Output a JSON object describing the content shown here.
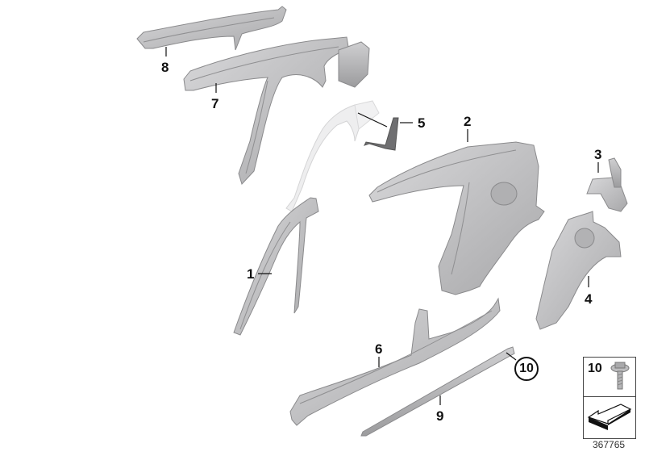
{
  "diagram": {
    "type": "exploded-parts-diagram",
    "subject": "Car body side frame parts",
    "reference_number": "367765",
    "parts": [
      {
        "id": "1",
        "label": "1",
        "description": "A-pillar / front side frame section"
      },
      {
        "id": "2",
        "label": "2",
        "description": "Rear side frame / C-pillar with wheel arch"
      },
      {
        "id": "3",
        "label": "3",
        "description": "Small bracket (rear)"
      },
      {
        "id": "4",
        "label": "4",
        "description": "Rear wheel arch inner panel"
      },
      {
        "id": "5",
        "label": "5",
        "description": "Bracket"
      },
      {
        "id": "6",
        "label": "6",
        "description": "Side sill / rocker panel"
      },
      {
        "id": "7",
        "label": "7",
        "description": "Roof frame side member with pillar"
      },
      {
        "id": "8",
        "label": "8",
        "description": "Roof frame side member (upper)"
      },
      {
        "id": "9",
        "label": "9",
        "description": "Sill reinforcement strip"
      },
      {
        "id": "10",
        "label": "10",
        "description": "Hex flange bolt",
        "circled": true
      }
    ],
    "legend": {
      "item_number": "10",
      "item_icon": "hex-bolt-icon",
      "arrow_icon": "direction-arrow-icon"
    }
  },
  "colors": {
    "part_fill": "#c9c9cb",
    "part_shade": "#a9a9ab",
    "part_ghost": "#e6e6e6",
    "outline": "#8a8a8c",
    "label": "#111111"
  }
}
